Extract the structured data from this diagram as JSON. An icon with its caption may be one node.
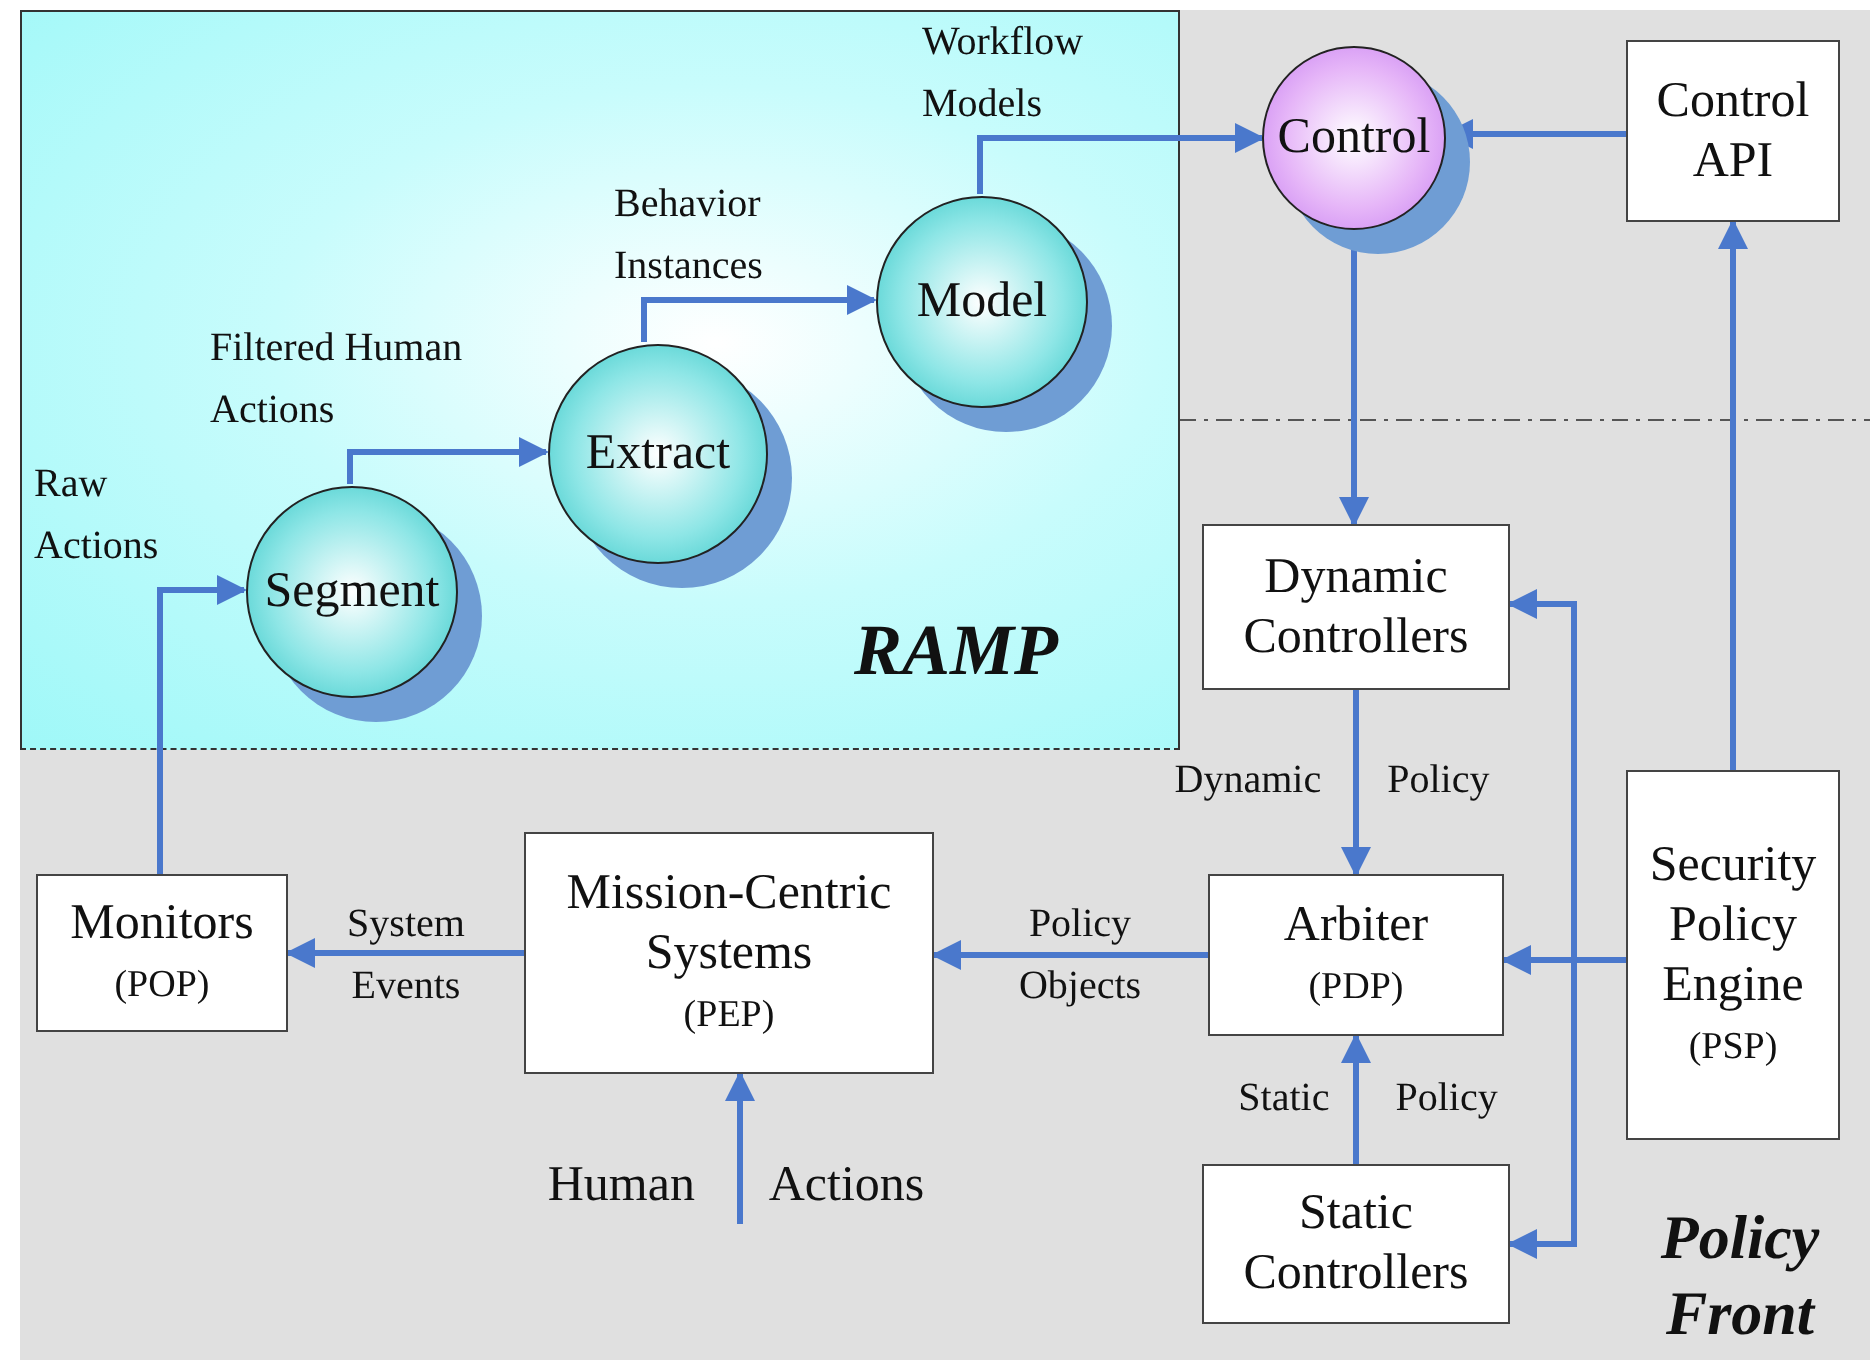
{
  "diagram": {
    "nodes": [
      {
        "text": [
          "RAMP"
        ]
      },
      {
        "text": [
          "Segment"
        ],
        "in": 0
      },
      {
        "text": [
          "Extract"
        ],
        "in": 0
      },
      {
        "text": [
          "Model"
        ],
        "in": 0
      },
      {
        "text": [
          "Control"
        ]
      },
      {
        "text": [
          "Control API"
        ]
      },
      {
        "text": [
          "Dynamic Controllers"
        ]
      },
      {
        "text": [
          "Arbiter",
          "(PDP)"
        ]
      },
      {
        "text": [
          "Security Policy Engine",
          "(PSP)"
        ]
      },
      {
        "text": [
          "Mission-Centric Systems",
          "(PEP)"
        ]
      },
      {
        "text": [
          "Monitors",
          "(POP)"
        ]
      },
      {
        "text": [
          "Static Controllers"
        ]
      }
    ],
    "edges": [
      {
        "from": 10,
        "to": 1,
        "arrow": "to",
        "label": "Raw Actions"
      },
      {
        "from": 1,
        "to": 2,
        "arrow": "to",
        "label": "Filtered Human Actions"
      },
      {
        "from": 2,
        "to": 3,
        "arrow": "to",
        "label": "Behavior Instances"
      },
      {
        "from": 3,
        "to": 4,
        "arrow": "to",
        "label": "Workflow Models"
      },
      {
        "from": 5,
        "to": 4,
        "arrow": "to"
      },
      {
        "from": 4,
        "to": 6,
        "arrow": "to"
      },
      {
        "from": 6,
        "to": 7,
        "arrow": "to",
        "label": "Dynamic Policy"
      },
      {
        "from": 11,
        "to": 7,
        "arrow": "to",
        "label": "Static Policy"
      },
      {
        "from": 8,
        "to": 7,
        "arrow": "to"
      },
      {
        "from": 8,
        "to": 6,
        "arrow": "to"
      },
      {
        "from": 8,
        "to": 11,
        "arrow": "to"
      },
      {
        "from": 8,
        "to": 5,
        "arrow": "to"
      },
      {
        "from": 7,
        "to": 9,
        "arrow": "to",
        "label": "Policy Objects"
      },
      {
        "from": 9,
        "to": 10,
        "arrow": "to",
        "label": "System Events"
      },
      {
        "from": null,
        "to": 9,
        "arrow": "to",
        "label": "Human Actions"
      }
    ],
    "labels": [
      "Policy Front"
    ]
  }
}
